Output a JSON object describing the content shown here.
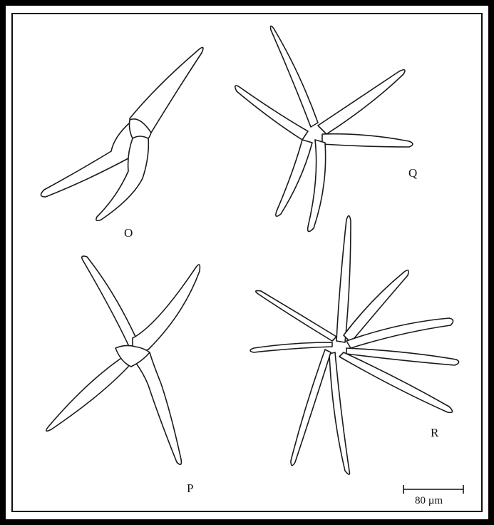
{
  "figure": {
    "labels": {
      "o": "O",
      "p": "P",
      "q": "Q",
      "r": "R"
    },
    "scale_bar": {
      "text": "80 µm"
    }
  },
  "colors": {
    "background": "#ffffff",
    "outer_border": "#000000",
    "line": "#1a1a1a"
  }
}
